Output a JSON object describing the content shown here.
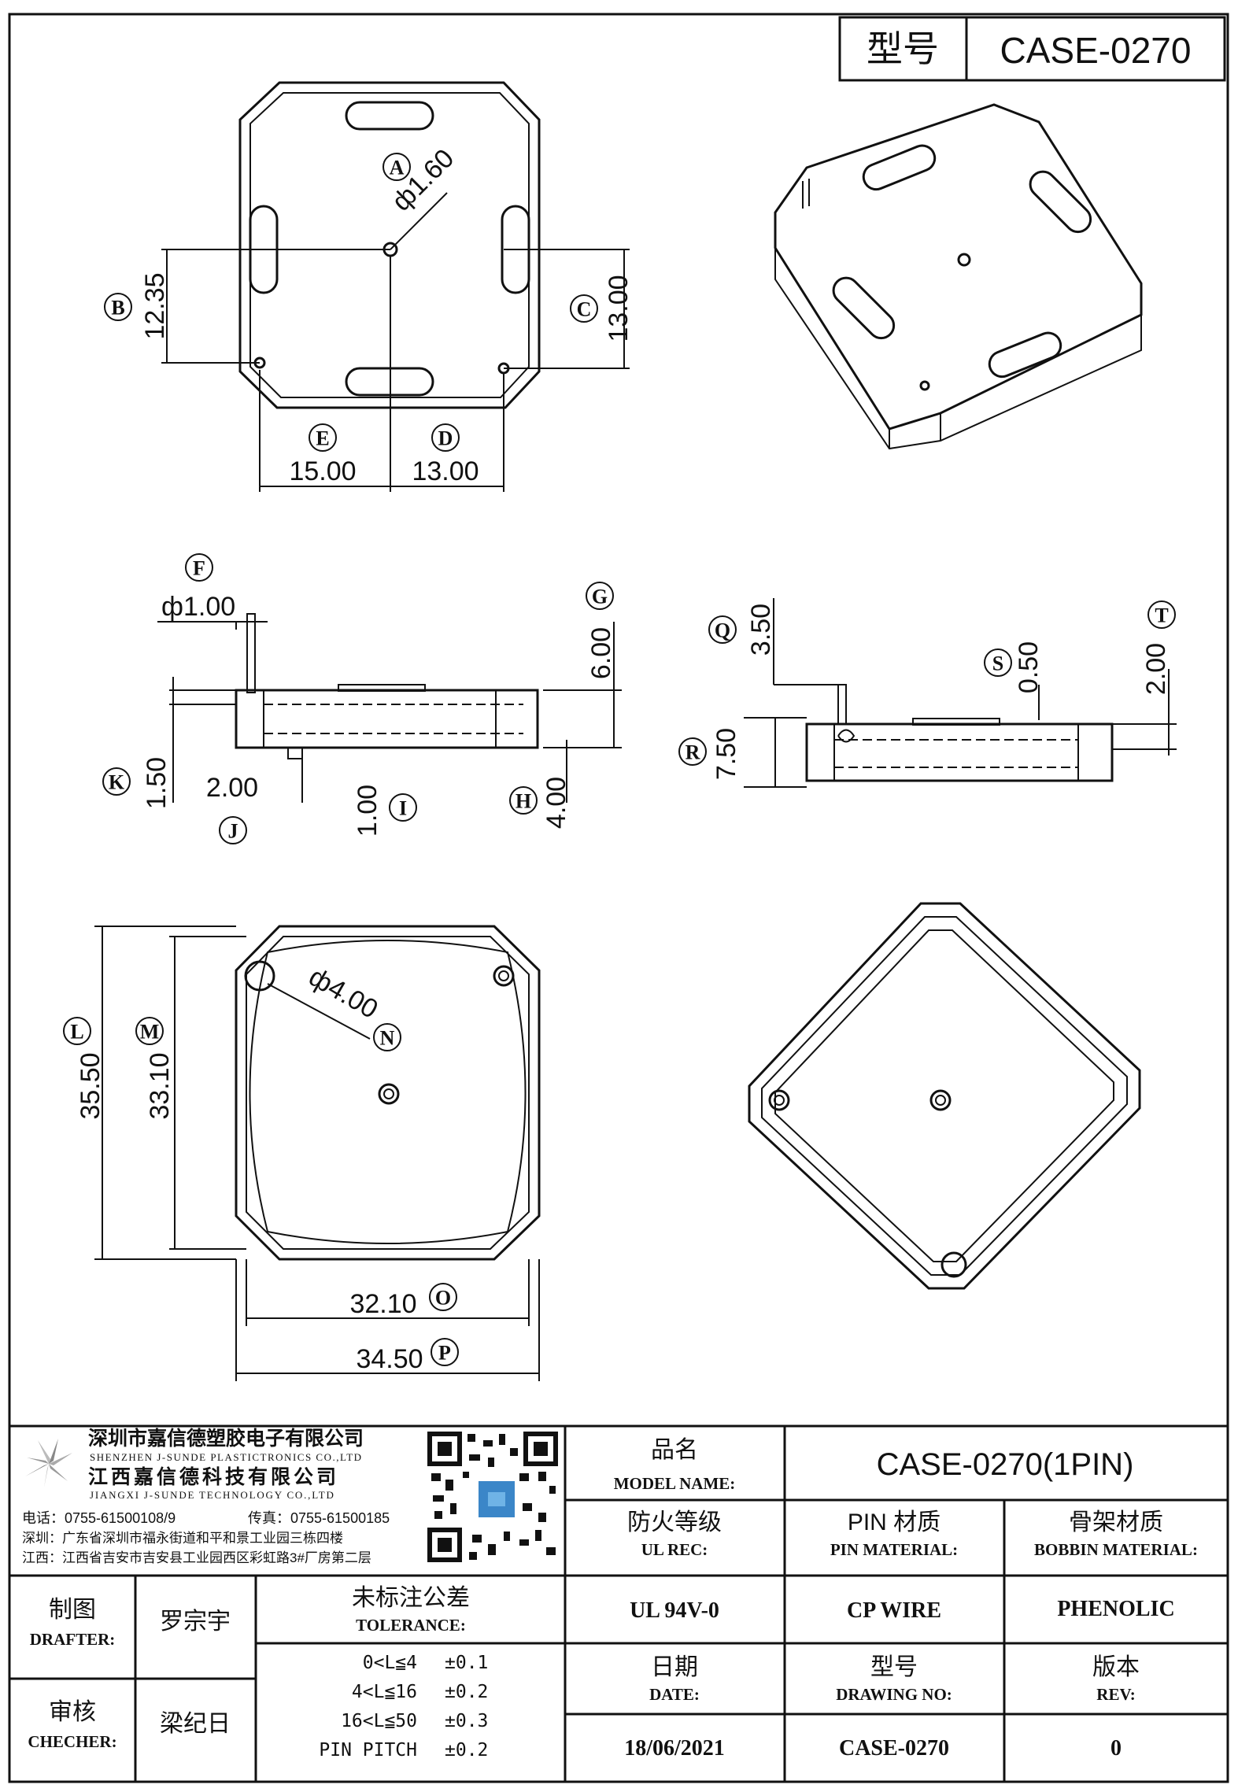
{
  "header": {
    "model_label": "型号",
    "model_value": "CASE-0270"
  },
  "top_view": {
    "hole_dia": "ф1.60",
    "dim_b": "12.35",
    "dim_c": "13.00",
    "dim_e": "15.00",
    "dim_d": "13.00",
    "markers": {
      "a": "A",
      "b": "B",
      "c": "C",
      "d": "D",
      "e": "E"
    }
  },
  "side_view": {
    "pin_dia": "ф1.00",
    "dim_g": "6.00",
    "dim_k": "1.50",
    "dim_j": "2.00",
    "dim_i": "1.00",
    "dim_h": "4.00",
    "markers": {
      "f": "F",
      "g": "G",
      "h": "H",
      "i": "I",
      "j": "J",
      "k": "K"
    }
  },
  "side_view_2": {
    "dim_q": "3.50",
    "dim_s": "0.50",
    "dim_t": "2.00",
    "dim_r": "7.50",
    "markers": {
      "q": "Q",
      "r": "R",
      "s": "S",
      "t": "T"
    }
  },
  "bottom_view": {
    "hole_dia": "ф4.00",
    "dim_l": "35.50",
    "dim_m": "33.10",
    "dim_o": "32.10",
    "dim_p": "34.50",
    "markers": {
      "l": "L",
      "m": "M",
      "n": "N",
      "o": "O",
      "p": "P"
    }
  },
  "company": {
    "name_cn_1": "深圳市嘉信德塑胶电子有限公司",
    "name_en_1": "SHENZHEN J-SUNDE PLASTICTRONICS CO.,LTD",
    "name_cn_2": "江西嘉信德科技有限公司",
    "name_en_2": "JIANGXI J-SUNDE TECHNOLOGY CO.,LTD",
    "tel": "电话：0755-61500108/9",
    "fax": "传真：0755-61500185",
    "addr_sz": "深圳：广东省深圳市福永街道和平和景工业园三栋四楼",
    "addr_jx": "江西：江西省吉安市吉安县工业园西区彩虹路3#厂房第二层"
  },
  "title_block": {
    "model_name_cn": "品名",
    "model_name_en": "MODEL NAME:",
    "model_name_value": "CASE-0270(1PIN)",
    "ul_cn": "防火等级",
    "ul_en": "UL REC:",
    "pin_cn": "PIN 材质",
    "pin_en": "PIN MATERIAL:",
    "bobbin_cn": "骨架材质",
    "bobbin_en": "BOBBIN MATERIAL:",
    "ul_value": "UL 94V-0",
    "pin_value": "CP WIRE",
    "bobbin_value": "PHENOLIC",
    "date_cn": "日期",
    "date_en": "DATE:",
    "drawing_cn": "型号",
    "drawing_en": "DRAWING NO:",
    "rev_cn": "版本",
    "rev_en": "REV:",
    "date_value": "18/06/2021",
    "drawing_value": "CASE-0270",
    "rev_value": "0",
    "drafter_cn": "制图",
    "drafter_en": "DRAFTER:",
    "drafter_name": "罗宗宇",
    "checker_cn": "审核",
    "checker_en": "CHECHER:",
    "checker_name": "梁纪日",
    "tolerance_cn": "未标注公差",
    "tolerance_en": "TOLERANCE:",
    "tolerance_rows": [
      {
        "range": "0<L≦4",
        "value": "±0.1"
      },
      {
        "range": "4<L≦16",
        "value": "±0.2"
      },
      {
        "range": "16<L≦50",
        "value": "±0.3"
      },
      {
        "range": "PIN PITCH",
        "value": "±0.2"
      }
    ]
  }
}
